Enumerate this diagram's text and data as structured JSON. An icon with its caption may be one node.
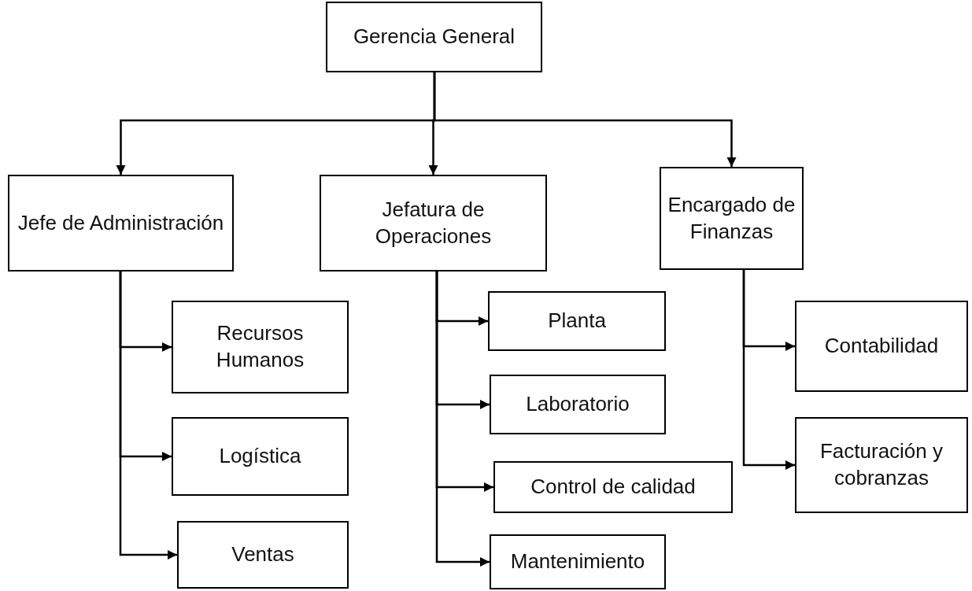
{
  "diagram": {
    "nodes": [
      {
        "text": [
          "Gerencia General"
        ]
      },
      {
        "text": [
          "Jefe de Administración"
        ]
      },
      {
        "text": [
          "Jefatura de Operaciones"
        ]
      },
      {
        "text": [
          "Encargado de Finanzas"
        ]
      },
      {
        "text": [
          "Recursos Humanos"
        ]
      },
      {
        "text": [
          "Logística"
        ]
      },
      {
        "text": [
          "Ventas"
        ]
      },
      {
        "text": [
          "Planta"
        ]
      },
      {
        "text": [
          "Laboratorio"
        ]
      },
      {
        "text": [
          "Control de calidad"
        ]
      },
      {
        "text": [
          "Mantenimiento"
        ]
      },
      {
        "text": [
          "Contabilidad"
        ]
      },
      {
        "text": [
          "Facturación y cobranzas"
        ]
      }
    ],
    "edges": [
      {
        "from": 0,
        "to": 1,
        "arrow": "to"
      },
      {
        "from": 0,
        "to": 2,
        "arrow": "to"
      },
      {
        "from": 0,
        "to": 3,
        "arrow": "to"
      },
      {
        "from": 1,
        "to": 4,
        "arrow": "to"
      },
      {
        "from": 1,
        "to": 5,
        "arrow": "to"
      },
      {
        "from": 1,
        "to": 6,
        "arrow": "to"
      },
      {
        "from": 2,
        "to": 7,
        "arrow": "to"
      },
      {
        "from": 2,
        "to": 8,
        "arrow": "to"
      },
      {
        "from": 2,
        "to": 9,
        "arrow": "to"
      },
      {
        "from": 2,
        "to": 10,
        "arrow": "to"
      },
      {
        "from": 3,
        "to": 11,
        "arrow": "to"
      },
      {
        "from": 3,
        "to": 12,
        "arrow": "to"
      }
    ]
  }
}
